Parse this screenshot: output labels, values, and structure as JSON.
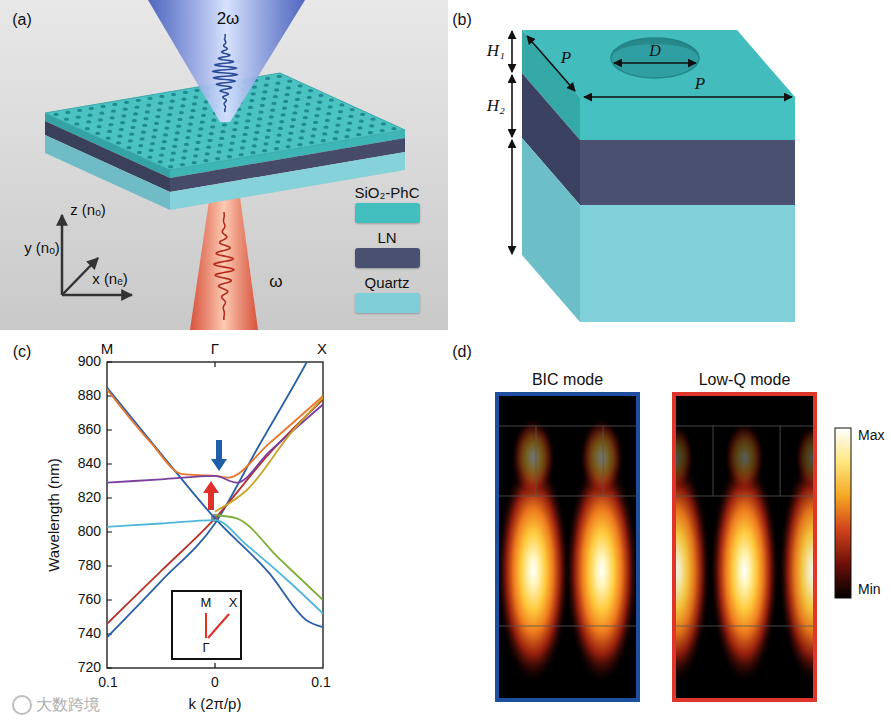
{
  "diagram": {
    "nodes": [
      {
        "text": [
          "M",
          "X",
          "Γ"
        ]
      },
      {
        "text": [
          "BIC mode"
        ]
      },
      {
        "text": [
          "Low-Q mode"
        ]
      }
    ],
    "labels": [
      "(a)",
      "2ω",
      "ω",
      "z (nₒ)",
      "y (nₒ)",
      "x (nₑ)",
      "(b)",
      "H₁",
      "H₂",
      "P",
      "P",
      "D",
      "(c)",
      "M",
      "Γ",
      "X",
      "900",
      "880",
      "860",
      "840",
      "820",
      "800",
      "780",
      "760",
      "740",
      "720",
      "0.1",
      "0",
      "0.1",
      "Wavelength (nm)",
      "k (2π/p)",
      "(d)",
      "Max",
      "Min",
      "大数跨境"
    ],
    "legend": [
      {
        "text": "SiO₂-PhC",
        "color": "#43bfbf"
      },
      {
        "text": "LN",
        "color": "#4a5070"
      },
      {
        "text": "Quartz",
        "color": "#7fcfd8"
      }
    ]
  }
}
